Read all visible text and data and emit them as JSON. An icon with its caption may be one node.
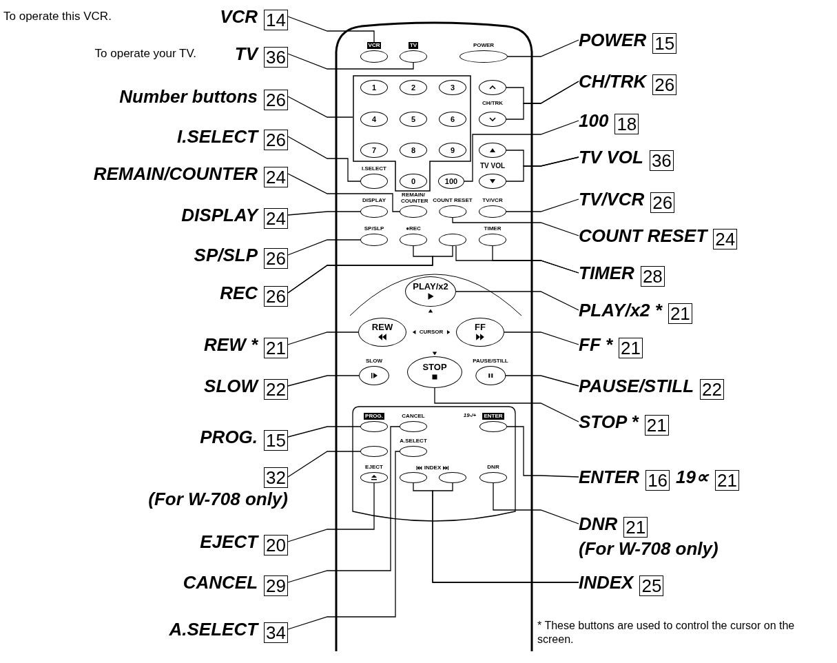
{
  "diagram": {
    "nodes": [
      {
        "text": [
          "VCR",
          "14"
        ]
      },
      {
        "text": [
          "TV",
          "36"
        ]
      },
      {
        "text": [
          "Number buttons",
          "26"
        ]
      },
      {
        "text": [
          "I.SELECT",
          "26"
        ]
      },
      {
        "text": [
          "REMAIN/COUNTER",
          "24"
        ]
      },
      {
        "text": [
          "DISPLAY",
          "24"
        ]
      },
      {
        "text": [
          "SP/SLP",
          "26"
        ]
      },
      {
        "text": [
          "REC",
          "26"
        ]
      },
      {
        "text": [
          "REW *",
          "21"
        ]
      },
      {
        "text": [
          "SLOW",
          "22"
        ]
      },
      {
        "text": [
          "PROG.",
          "15"
        ]
      },
      {
        "text": [
          "32",
          "(For W-708 only)"
        ]
      },
      {
        "text": [
          "EJECT",
          "20"
        ]
      },
      {
        "text": [
          "CANCEL",
          "29"
        ]
      },
      {
        "text": [
          "A.SELECT",
          "34"
        ]
      },
      {
        "text": [
          "POWER",
          "15"
        ]
      },
      {
        "text": [
          "CH/TRK",
          "26"
        ]
      },
      {
        "text": [
          "100",
          "18"
        ]
      },
      {
        "text": [
          "TV VOL",
          "36"
        ]
      },
      {
        "text": [
          "TV/VCR",
          "26"
        ]
      },
      {
        "text": [
          "COUNT RESET",
          "24"
        ]
      },
      {
        "text": [
          "TIMER",
          "28"
        ]
      },
      {
        "text": [
          "PLAY/x2 *",
          "21"
        ]
      },
      {
        "text": [
          "FF *",
          "21"
        ]
      },
      {
        "text": [
          "PAUSE/STILL",
          "22"
        ]
      },
      {
        "text": [
          "STOP *",
          "21"
        ]
      },
      {
        "text": [
          "ENTER",
          "16",
          "19∝",
          "21"
        ]
      },
      {
        "text": [
          "DNR",
          "21",
          "(For W-708 only)"
        ]
      },
      {
        "text": [
          "INDEX",
          "25"
        ]
      },
      {
        "text": [],
        "shape": "box"
      },
      {
        "text": [
          "VCR"
        ]
      },
      {
        "text": [
          "TV"
        ]
      },
      {
        "text": [
          "POWER"
        ]
      },
      {
        "text": [
          "1"
        ],
        "in": 29
      },
      {
        "text": [
          "2"
        ],
        "in": 29
      },
      {
        "text": [
          "3"
        ],
        "in": 29
      },
      {
        "text": [],
        "shape": "oval"
      },
      {
        "text": [
          "4"
        ],
        "in": 29
      },
      {
        "text": [
          "5"
        ],
        "in": 29
      },
      {
        "text": [
          "6"
        ],
        "in": 29
      },
      {
        "text": [],
        "shape": "oval"
      },
      {
        "text": [
          "7"
        ],
        "in": 29
      },
      {
        "text": [
          "8"
        ],
        "in": 29
      },
      {
        "text": [
          "9"
        ],
        "in": 29
      },
      {
        "text": [],
        "shape": "oval"
      },
      {
        "text": [
          "I.SELECT"
        ]
      },
      {
        "text": [
          "0"
        ],
        "in": 29
      },
      {
        "text": [
          "100"
        ]
      },
      {
        "text": [],
        "shape": "oval"
      },
      {
        "text": [
          "DISPLAY"
        ]
      },
      {
        "text": [
          "REMAIN/ COUNTER"
        ]
      },
      {
        "text": [
          "COUNT RESET"
        ]
      },
      {
        "text": [
          "TV/VCR"
        ]
      },
      {
        "text": [
          "SP/SLP"
        ]
      },
      {
        "text": [
          "●REC"
        ]
      },
      {
        "text": [],
        "shape": "oval"
      },
      {
        "text": [
          "TIMER"
        ]
      },
      {
        "text": [
          "PLAY/x2"
        ]
      },
      {
        "text": [
          "REW"
        ]
      },
      {
        "text": [
          "FF"
        ]
      },
      {
        "text": [
          "SLOW"
        ]
      },
      {
        "text": [
          "STOP"
        ]
      },
      {
        "text": [
          "PAUSE/STILL"
        ]
      },
      {
        "text": [
          "PROG."
        ]
      },
      {
        "text": [
          "CANCEL"
        ]
      },
      {
        "text": [
          "ENTER"
        ]
      },
      {
        "text": [],
        "shape": "oval"
      },
      {
        "text": [
          "A.SELECT"
        ]
      },
      {
        "text": [
          "EJECT"
        ]
      },
      {
        "text": [],
        "shape": "oval"
      },
      {
        "text": [],
        "shape": "oval"
      },
      {
        "text": [
          "DNR"
        ]
      }
    ],
    "edges": [
      {
        "from": 0,
        "to": 30,
        "arrow": "none"
      },
      {
        "from": 1,
        "to": 31,
        "arrow": "none"
      },
      {
        "from": 2,
        "to": 29,
        "arrow": "none"
      },
      {
        "from": 3,
        "to": 45,
        "arrow": "none"
      },
      {
        "from": 4,
        "to": 50,
        "arrow": "none"
      },
      {
        "from": 5,
        "to": 49,
        "arrow": "none"
      },
      {
        "from": 6,
        "to": 53,
        "arrow": "none"
      },
      {
        "from": 7,
        "to": 54,
        "arrow": "none"
      },
      {
        "from": 7,
        "to": 55,
        "arrow": "none"
      },
      {
        "from": 8,
        "to": 58,
        "arrow": "none"
      },
      {
        "from": 9,
        "to": 60,
        "arrow": "none"
      },
      {
        "from": 10,
        "to": 63,
        "arrow": "none"
      },
      {
        "from": 11,
        "to": 66,
        "arrow": "none"
      },
      {
        "from": 12,
        "to": 68,
        "arrow": "none"
      },
      {
        "from": 13,
        "to": 64,
        "arrow": "none"
      },
      {
        "from": 14,
        "to": 67,
        "arrow": "none"
      },
      {
        "from": 15,
        "to": 32,
        "arrow": "none"
      },
      {
        "from": 16,
        "to": 36,
        "arrow": "none"
      },
      {
        "from": 16,
        "to": 40,
        "arrow": "none"
      },
      {
        "from": 17,
        "to": 47,
        "arrow": "none"
      },
      {
        "from": 18,
        "to": 44,
        "arrow": "none"
      },
      {
        "from": 18,
        "to": 48,
        "arrow": "none"
      },
      {
        "from": 19,
        "to": 52,
        "arrow": "none"
      },
      {
        "from": 20,
        "to": 51,
        "arrow": "none"
      },
      {
        "from": 21,
        "to": 55,
        "arrow": "none"
      },
      {
        "from": 21,
        "to": 56,
        "arrow": "none"
      },
      {
        "from": 22,
        "to": 57,
        "arrow": "none"
      },
      {
        "from": 23,
        "to": 59,
        "arrow": "none"
      },
      {
        "from": 24,
        "to": 62,
        "arrow": "none"
      },
      {
        "from": 25,
        "to": 61,
        "arrow": "none"
      },
      {
        "from": 26,
        "to": 65,
        "arrow": "none"
      },
      {
        "from": 27,
        "to": 71,
        "arrow": "none"
      },
      {
        "from": 28,
        "to": 69,
        "arrow": "none"
      },
      {
        "from": 28,
        "to": 70,
        "arrow": "none"
      }
    ],
    "labels": [
      "To operate this VCR.",
      "To operate your TV.",
      "CH/TRK",
      "TV VOL",
      "CURSOR",
      "19-/+",
      "INDEX",
      "* These buttons are used to control the cursor on the screen."
    ]
  }
}
